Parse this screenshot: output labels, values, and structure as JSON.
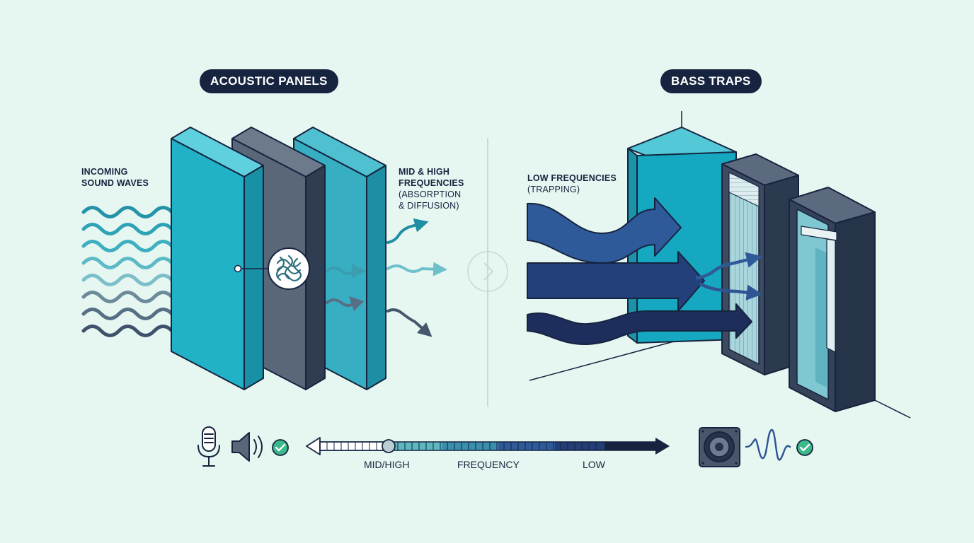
{
  "panels_title": "ACOUSTIC PANELS",
  "traps_title": "BASS TRAPS",
  "incoming": [
    "INCOMING",
    "SOUND WAVES"
  ],
  "midhigh": {
    "lines": [
      "MID & HIGH",
      "FREQUENCIES"
    ],
    "sub": [
      "(ABSORPTION",
      "& DIFFUSION)"
    ]
  },
  "low": {
    "line": "LOW FREQUENCIES",
    "sub": "(TRAPPING)"
  },
  "scale": {
    "left": "MID/HIGH",
    "center": "FREQUENCY",
    "right": "LOW"
  },
  "icons": [
    "microphone-icon",
    "speaker-icon",
    "check-icon",
    "arrow-right-icon",
    "subwoofer-icon",
    "waveform-icon"
  ],
  "colors": {
    "navy": "#16243f",
    "teal": "#1fb5c9",
    "panel_dark": "#566478",
    "blue": "#2e5592",
    "check": "#3ab98a",
    "background": "#e6f6f1"
  }
}
